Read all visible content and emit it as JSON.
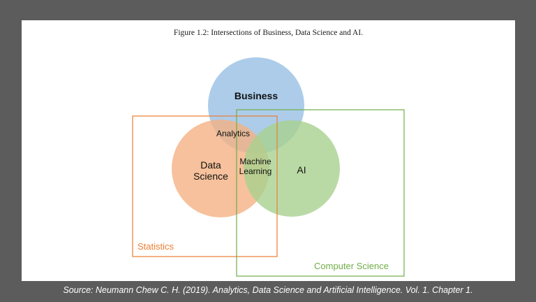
{
  "figure_title": "Figure 1.2: Intersections of Business, Data Science and AI.",
  "circles": {
    "business": "Business",
    "data_science": "Data\nScience",
    "ai": "AI"
  },
  "overlaps": {
    "analytics": "Analytics",
    "machine_learning": "Machine\nLearning"
  },
  "boxes": {
    "statistics": "Statistics",
    "computer_science": "Computer Science"
  },
  "source": "Source: Neumann Chew C. H. (2019). Analytics, Data Science and Artificial Intelligence. Vol. 1. Chapter 1.",
  "colors": {
    "background": "#5c5c5c",
    "business": "#9dc3e6",
    "data_science": "#f4b183",
    "ai": "#a9d18e",
    "statistics": "#ed7d31",
    "computer_science": "#70ad47"
  }
}
